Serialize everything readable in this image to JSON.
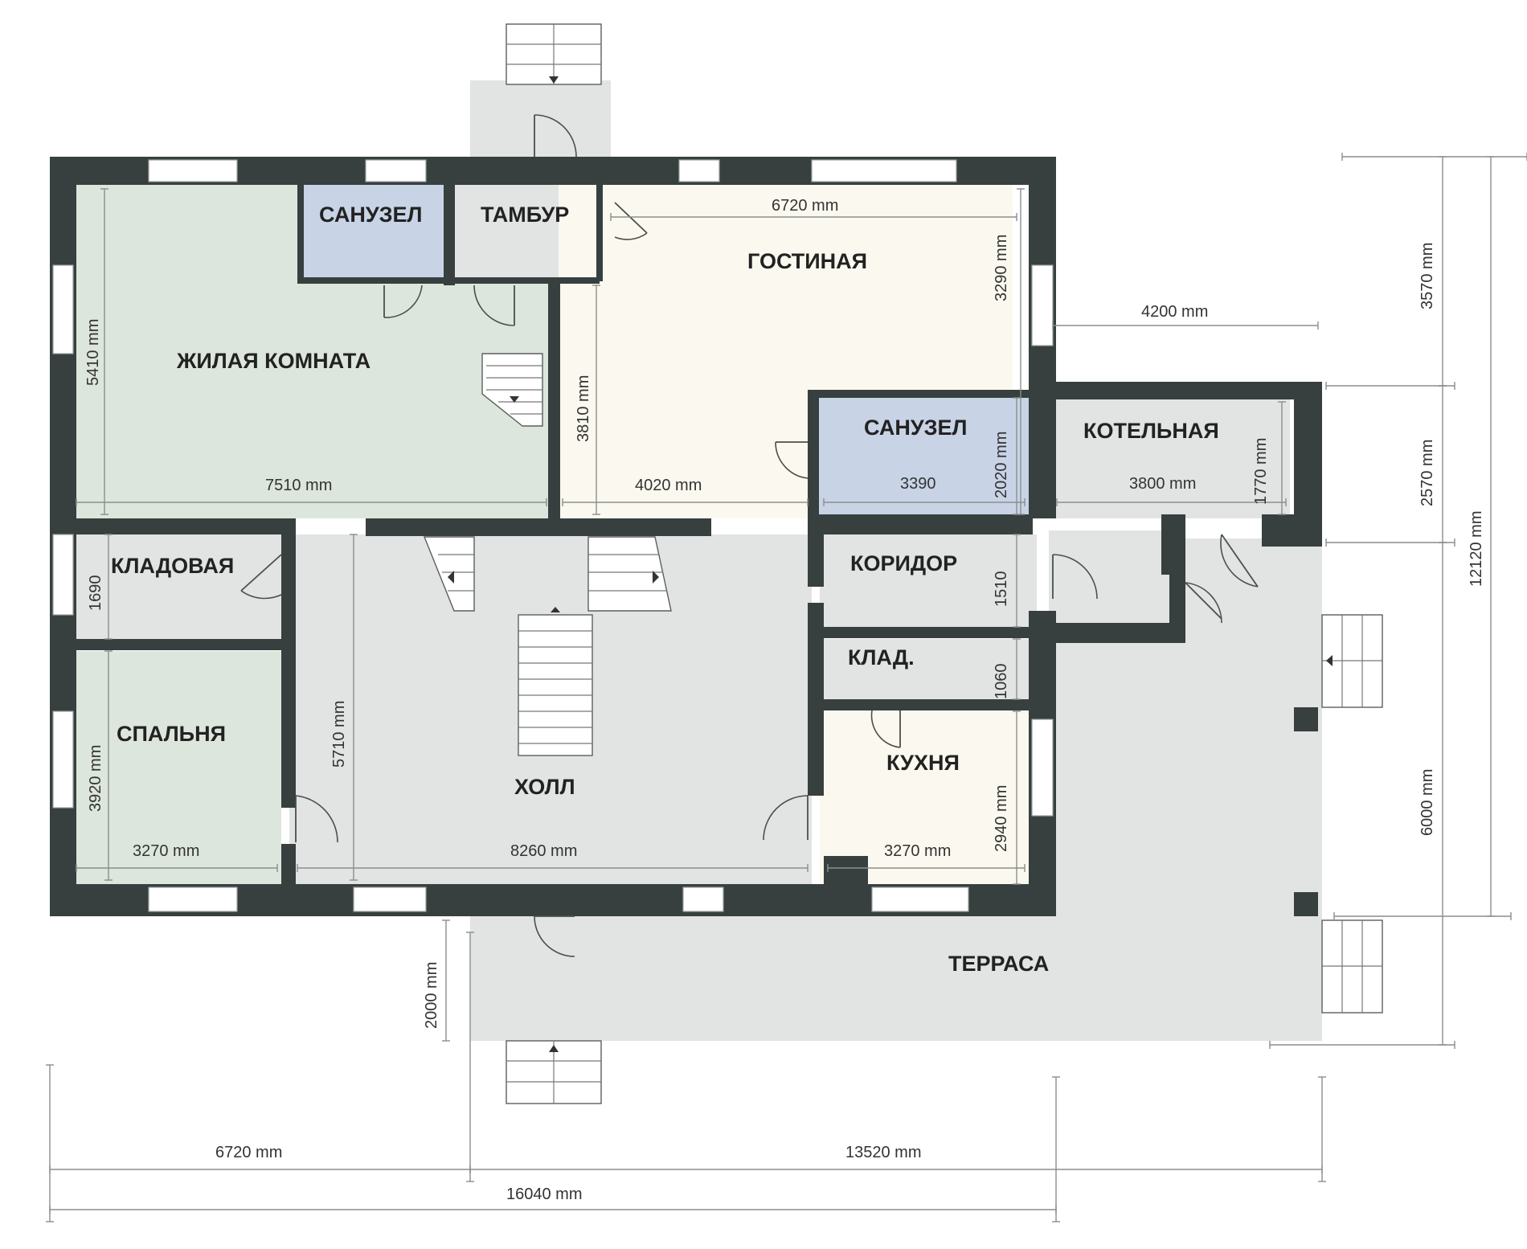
{
  "rooms": {
    "sanuzel_1": "САНУЗЕЛ",
    "tambur": "ТАМБУР",
    "gostinaya": "ГОСТИНАЯ",
    "zhilaya": "ЖИЛАЯ КОМНАТА",
    "sanuzel_2": "САНУЗЕЛ",
    "kotelnaya": "КОТЕЛЬНАЯ",
    "kladovaya": "КЛАДОВАЯ",
    "koridor": "КОРИДОР",
    "klad": "КЛАД.",
    "spalnya": "СПАЛЬНЯ",
    "holl": "ХОЛЛ",
    "kuhnya": "КУХНЯ",
    "terrasa": "ТЕРРАСА"
  },
  "dimensions": {
    "gostinaya_width": "6720 mm",
    "gostinaya_height": "3290 mm",
    "zhilaya_height": "5410 mm",
    "zhilaya_width": "7510 mm",
    "hall_upper_height": "3810 mm",
    "hall_upper_width": "4020 mm",
    "terrace_right_width": "4200 mm",
    "sanuzel2_width": "3390",
    "sanuzel2_height": "2020 mm",
    "kotelnaya_width": "3800 mm",
    "kotelnaya_height": "1770 mm",
    "kladovaya_height": "1690",
    "koridor_height": "1510",
    "klad_height": "1060",
    "spalnya_height": "3920 mm",
    "spalnya_width": "3270 mm",
    "holl_height": "5710 mm",
    "holl_width": "8260 mm",
    "kuhnya_height": "2940 mm",
    "kuhnya_width": "3270 mm",
    "terrace_depth": "2000 mm",
    "right_top": "3570 mm",
    "right_mid": "2570 mm",
    "right_low": "6000 mm",
    "right_total": "12120 mm",
    "bottom_left": "6720 mm",
    "bottom_right": "13520 mm",
    "bottom_total": "16040 mm"
  },
  "colors": {
    "wall": "#37403f",
    "living_green": "#dde6dc",
    "guest_cream": "#fbf9ef",
    "bath_blue": "#c8d3e6",
    "gray_floor": "#e2e3e3"
  }
}
